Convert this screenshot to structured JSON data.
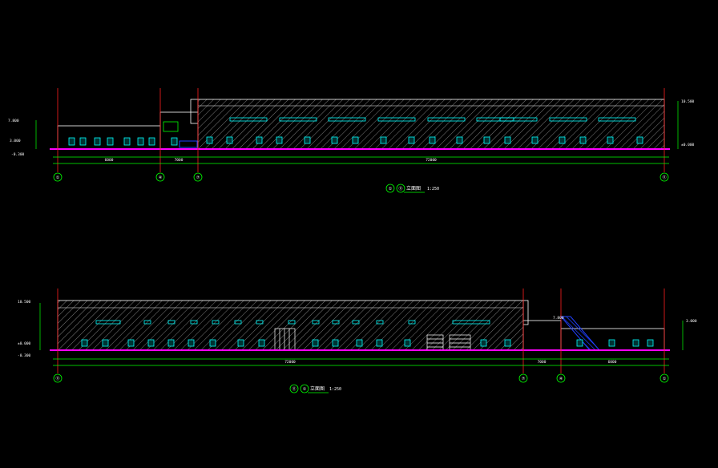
{
  "colors": {
    "background": "#000000",
    "outline": "#ffffff",
    "ground": "#ff00ff",
    "grid_axis": "#ff2020",
    "dimension": "#00ff00",
    "window": "#00ffff",
    "text": "#ffffff",
    "accent_blue": "#2040ff"
  },
  "elevation_top": {
    "caption_axis_a": "①",
    "caption_axis_b": "⑪",
    "caption_text": "立面图",
    "scale": "1:250",
    "axes": [
      {
        "label": "①"
      },
      {
        "label": "④"
      },
      {
        "label": "⑦"
      },
      {
        "label": "⑪"
      }
    ],
    "level_labels": [
      "10.500",
      "7.800",
      "3.000",
      "±0.000",
      "-0.300"
    ],
    "dimension_labels": [
      "6000",
      "7000",
      "72000"
    ]
  },
  "elevation_bottom": {
    "caption_axis_a": "⑪",
    "caption_axis_b": "①",
    "caption_text": "立面图",
    "scale": "1:250",
    "axes": [
      {
        "label": "⑪"
      },
      {
        "label": "⑦"
      },
      {
        "label": "④"
      },
      {
        "label": "①"
      }
    ],
    "level_labels": [
      "10.500",
      "7.800",
      "3.000",
      "±0.000",
      "-0.300"
    ],
    "dimension_labels": [
      "72000",
      "7000",
      "6000"
    ]
  }
}
